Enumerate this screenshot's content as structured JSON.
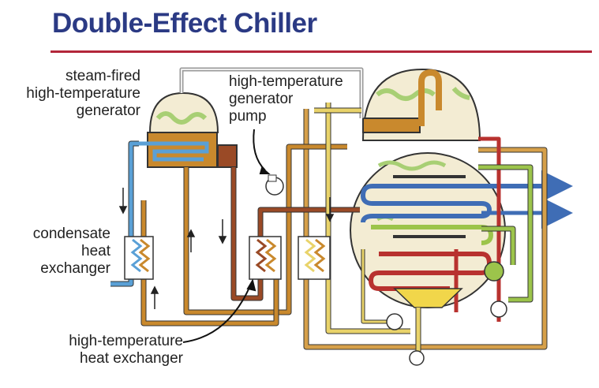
{
  "title": "Double-Effect Chiller",
  "labels": {
    "steam_generator": [
      "steam-fired",
      "high-temperature",
      "generator"
    ],
    "generator_pump": [
      "high-temperature",
      "generator",
      "pump"
    ],
    "condensate_hx": [
      "condensate",
      "heat",
      "exchanger"
    ],
    "high_temp_hx": [
      "high-temperature",
      "heat exchanger"
    ]
  },
  "colors": {
    "title": "#2b3a84",
    "rule": "#b3263a",
    "strong_solution": "#c9892d",
    "weak_solution": "#9a4a26",
    "refrigerant_vapor": "#e0c45a",
    "chilled_water": "#3f6db5",
    "cooling_water": "#9cc44b",
    "condensate": "#5aa0d6",
    "steam_return": "#b8322f"
  }
}
